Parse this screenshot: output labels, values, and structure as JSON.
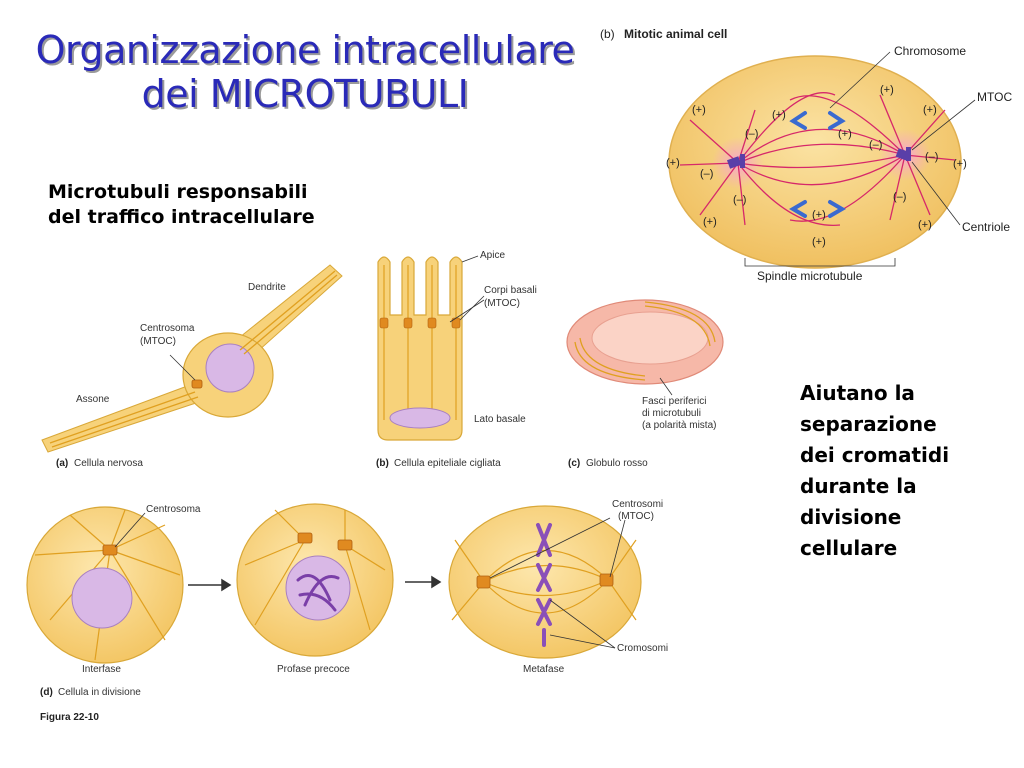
{
  "title": {
    "line1": "Organizzazione intracellulare",
    "line2": "dei MICROTUBULI"
  },
  "subtitle": {
    "line1": "Microtubuli responsabili",
    "line2": "del traffico intracellulare"
  },
  "aside_text": [
    "Aiutano la",
    "separazione",
    "dei cromatidi",
    "durante la",
    "divisione",
    "cellulare"
  ],
  "mitotic": {
    "panel_label": "(b)",
    "panel_title": "Mitotic animal cell",
    "chromosome": "Chromosome",
    "mtoc": "MTOC",
    "centriole": "Centriole",
    "spindle": "Spindle microtubule",
    "plus": "(+)",
    "minus": "(–)"
  },
  "nerve": {
    "dendrite": "Dendrite",
    "centrosome_1": "Centrosoma",
    "centrosome_2": "(MTOC)",
    "axon": "Assone",
    "caption_letter": "(a)",
    "caption": "Cellula nervosa"
  },
  "epithelial": {
    "apex": "Apice",
    "basal_1": "Corpi basali",
    "basal_2": "(MTOC)",
    "basal_side": "Lato basale",
    "caption_letter": "(b)",
    "caption": "Cellula epiteliale cigliata"
  },
  "rbc": {
    "bundle_1": "Fasci periferici",
    "bundle_2": "di microtubuli",
    "bundle_3": "(a polarità mista)",
    "caption_letter": "(c)",
    "caption": "Globulo rosso"
  },
  "division": {
    "centrosome": "Centrosoma",
    "centrosomes_1": "Centrosomi",
    "centrosomes_2": "(MTOC)",
    "chromosomes": "Cromosomi",
    "stage1": "Interfase",
    "stage2": "Profase precoce",
    "stage3": "Metafase",
    "caption_letter": "(d)",
    "caption": "Cellula in divisione",
    "figure": "Figura 22-10"
  },
  "colors": {
    "title": "#2a2ab8",
    "cell_fill": "#f7d27a",
    "microtubule": "#e0a020",
    "nucleus": "#d9b8e6",
    "spindle_line": "#d6286a",
    "chromosome": "#5a3fa8"
  }
}
